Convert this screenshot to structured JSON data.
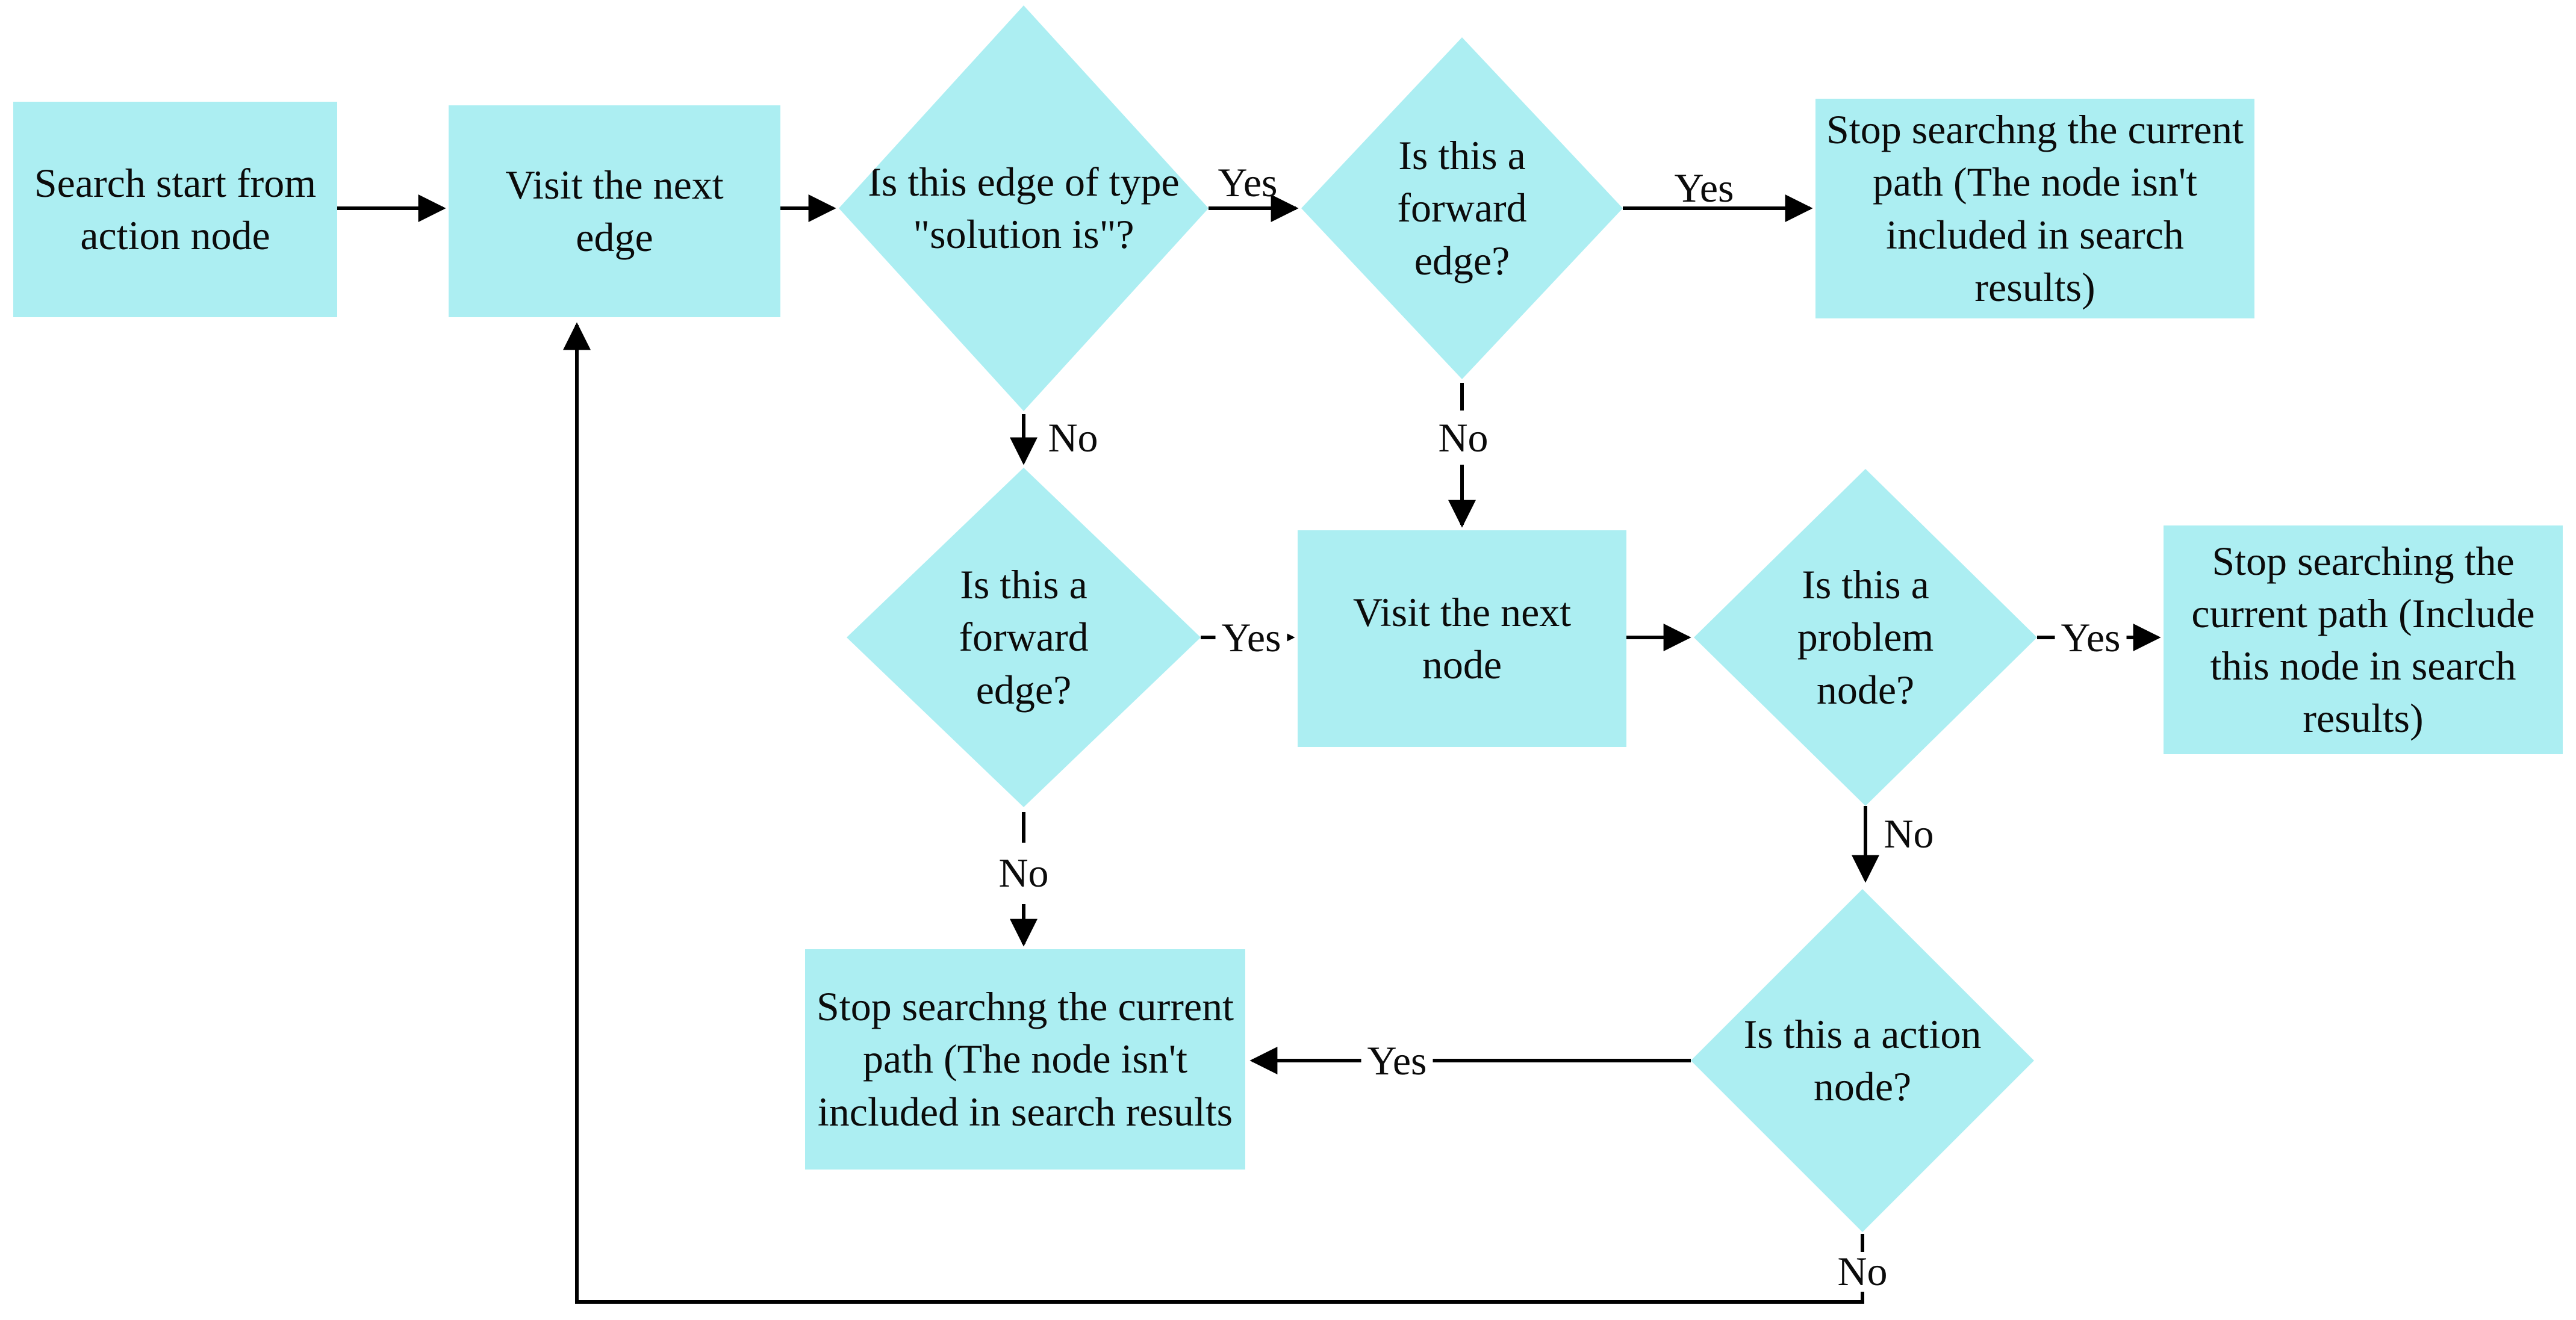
{
  "diagram": {
    "type": "flowchart",
    "nodes": {
      "search_start": {
        "label": "Search start from action node",
        "shape": "rect"
      },
      "visit_next_edge": {
        "label": "Visit the next edge",
        "shape": "rect"
      },
      "edge_type_solution": {
        "label": "Is this edge of type \"solution is\"?",
        "shape": "diamond"
      },
      "forward_edge_top": {
        "label": "Is this a forward edge?",
        "shape": "diamond"
      },
      "stop_not_included_top": {
        "label": "Stop searchng the current path (The node isn't included in search results)",
        "shape": "rect"
      },
      "forward_edge_mid": {
        "label": "Is this a forward edge?",
        "shape": "diamond"
      },
      "visit_next_node": {
        "label": "Visit the next node",
        "shape": "rect"
      },
      "problem_node": {
        "label": "Is this a problem node?",
        "shape": "diamond"
      },
      "stop_include": {
        "label": "Stop searching the current path (Include this node in search results)",
        "shape": "rect"
      },
      "stop_not_included_bottom": {
        "label": "Stop searchng the current path (The node isn't included in search results",
        "shape": "rect"
      },
      "action_node": {
        "label": "Is this a action node?",
        "shape": "diamond"
      }
    },
    "edge_labels": {
      "solution_yes": "Yes",
      "solution_no": "No",
      "forward_top_yes": "Yes",
      "forward_top_no": "No",
      "forward_mid_yes": "Yes",
      "forward_mid_no": "No",
      "problem_yes": "Yes",
      "problem_no": "No",
      "action_yes": "Yes",
      "action_no": "No"
    }
  },
  "colors": {
    "node_fill": "#aceef2",
    "line": "#000000",
    "text": "#0b0b0b",
    "background": "#ffffff"
  }
}
